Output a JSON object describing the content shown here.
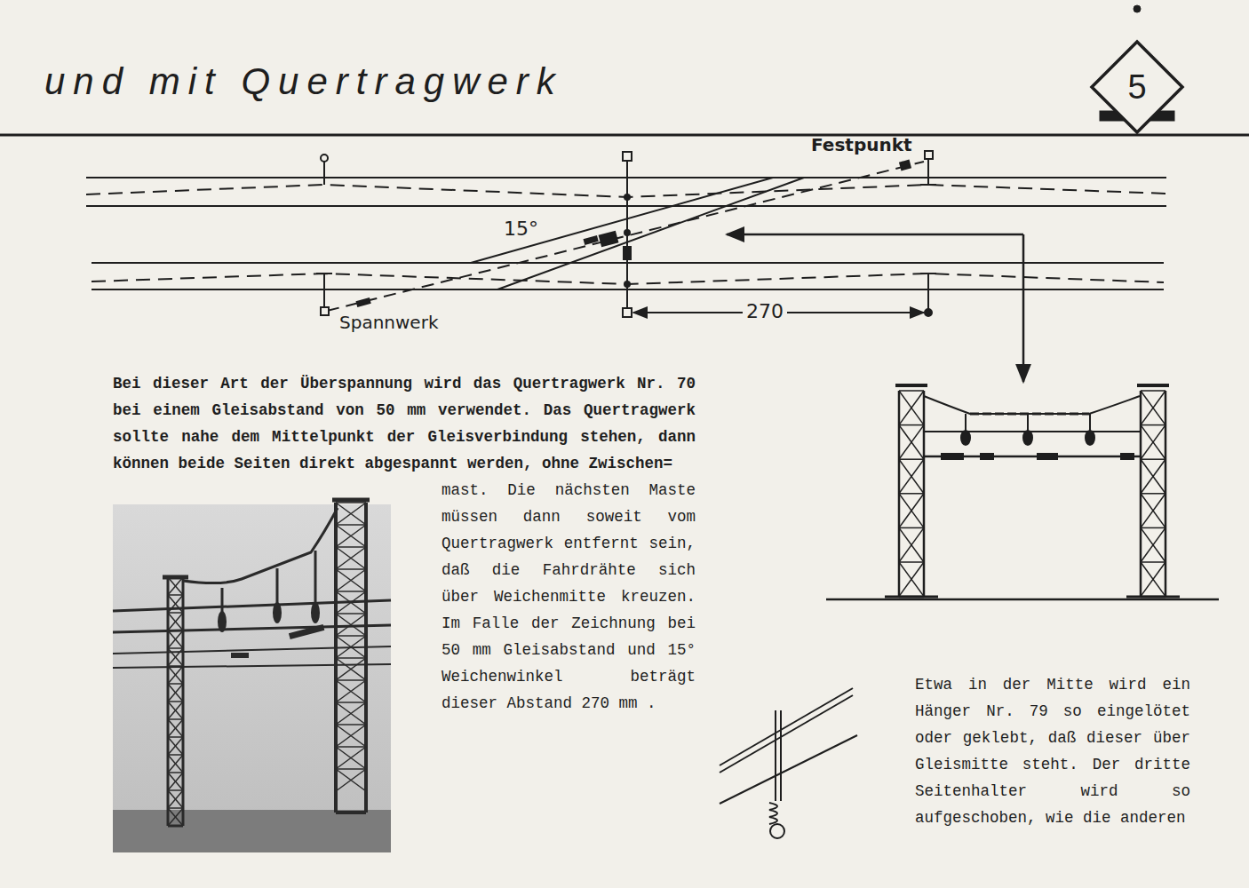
{
  "diagram": {
    "title": "und mit Quertragwerk",
    "nodes": [
      {
        "text": [
          "5"
        ]
      }
    ],
    "labels": [
      "Festpunkt",
      "15°",
      "270",
      "Spannwerk",
      "Bei dieser Art der Überspannung wird das Quertragwerk Nr. 70 bei einem Gleisabstand von 50 mm verwendet. Das Quertragwerk sollte nahe dem Mittelpunkt der Gleisverbindung stehen, dann können beide Seiten direkt abgespannt werden, ohne Zwischen=",
      "mast. Die nächsten Maste müssen dann soweit vom Quertragwerk entfernt sein, daß die Fahrdrähte sich über Weichenmitte kreuzen. Im Falle der Zeichnung bei 50 mm Gleisabstand und 15° Weichenwinkel beträgt dieser Abstand 270 mm .",
      "Etwa in der Mitte wird ein Hänger Nr. 79 so eingelötet oder geklebt, daß dieser über Gleismitte steht. Der dritte Seitenhalter wird so aufgeschoben, wie die anderen"
    ]
  }
}
